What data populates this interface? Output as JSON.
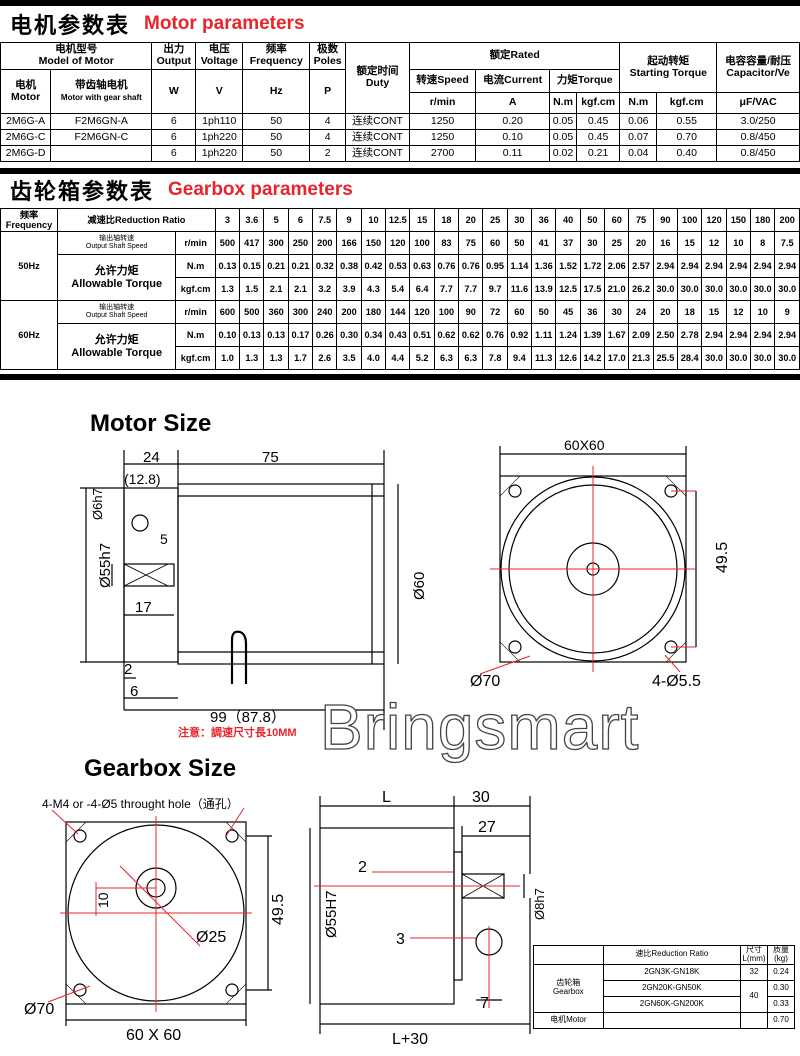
{
  "motor": {
    "title_cn": "电机参数表",
    "title_en": "Motor  parameters",
    "headers": {
      "model_cn": "电机型号",
      "model_en": "Model of Motor",
      "output_cn": "出力",
      "output_en": "Output",
      "voltage_cn": "电压",
      "voltage_en": "Voltage",
      "freq_cn": "频率",
      "freq_en": "Frequency",
      "poles_cn": "极数",
      "poles_en": "Poles",
      "rated": "额定Rated",
      "duty_cn": "额定时间",
      "duty_en": "Duty",
      "speed": "转速Speed",
      "current": "电流Current",
      "torque": "力矩Torque",
      "starting_cn": "起动转矩",
      "starting_en": "Starting Torque",
      "cap_cn": "电容容量/耐压",
      "cap_en": "Capacitor/Ve",
      "motor_cn": "电机",
      "motor_en": "Motor",
      "gear_cn": "带齿轴电机",
      "gear_en": "Motor with gear shaft",
      "u_w": "W",
      "u_v": "V",
      "u_hz": "Hz",
      "u_p": "P",
      "u_rmin": "r/min",
      "u_a": "A",
      "u_nm": "N.m",
      "u_kgf": "kgf.cm",
      "u_nm2": "N.m",
      "u_kgf2": "kgf.cm",
      "u_uf": "μF/VAC"
    },
    "rows": [
      [
        "2M6G-A",
        "F2M6GN-A",
        "6",
        "1ph110",
        "50",
        "4",
        "连续CONT",
        "1250",
        "0.20",
        "0.05",
        "0.45",
        "0.06",
        "0.55",
        "3.0/250"
      ],
      [
        "2M6G-C",
        "F2M6GN-C",
        "6",
        "1ph220",
        "50",
        "4",
        "连续CONT",
        "1250",
        "0.10",
        "0.05",
        "0.45",
        "0.07",
        "0.70",
        "0.8/450"
      ],
      [
        "2M6G-D",
        "",
        "6",
        "1ph220",
        "50",
        "2",
        "连续CONT",
        "2700",
        "0.11",
        "0.02",
        "0.21",
        "0.04",
        "0.40",
        "0.8/450"
      ]
    ]
  },
  "gearbox": {
    "title_cn": "齿轮箱参数表",
    "title_en": "Gearbox  parameters",
    "freq_label": "频率Frequency",
    "ratio_label": "减速比Reduction Ratio",
    "ratios": [
      "3",
      "3.6",
      "5",
      "6",
      "7.5",
      "9",
      "10",
      "12.5",
      "15",
      "18",
      "20",
      "25",
      "30",
      "36",
      "40",
      "50",
      "60",
      "75",
      "90",
      "100",
      "120",
      "150",
      "180",
      "200"
    ],
    "hz50": "50Hz",
    "hz60": "60Hz",
    "speed_cn": "输出轴转速",
    "speed_en": "Output Shaft Speed",
    "torque_cn": "允许力矩",
    "torque_en": "Allowable Torque",
    "u_rmin": "r/min",
    "u_nm": "N.m",
    "u_kgf": "kgf.cm",
    "r50_speed": [
      "500",
      "417",
      "300",
      "250",
      "200",
      "166",
      "150",
      "120",
      "100",
      "83",
      "75",
      "60",
      "50",
      "41",
      "37",
      "30",
      "25",
      "20",
      "16",
      "15",
      "12",
      "10",
      "8",
      "7.5"
    ],
    "r50_nm": [
      "0.13",
      "0.15",
      "0.21",
      "0.21",
      "0.32",
      "0.38",
      "0.42",
      "0.53",
      "0.63",
      "0.76",
      "0.76",
      "0.95",
      "1.14",
      "1.36",
      "1.52",
      "1.72",
      "2.06",
      "2.57",
      "2.94",
      "2.94",
      "2.94",
      "2.94",
      "2.94",
      "2.94"
    ],
    "r50_kgf": [
      "1.3",
      "1.5",
      "2.1",
      "2.1",
      "3.2",
      "3.9",
      "4.3",
      "5.4",
      "6.4",
      "7.7",
      "7.7",
      "9.7",
      "11.6",
      "13.9",
      "12.5",
      "17.5",
      "21.0",
      "26.2",
      "30.0",
      "30.0",
      "30.0",
      "30.0",
      "30.0",
      "30.0"
    ],
    "r60_speed": [
      "600",
      "500",
      "360",
      "300",
      "240",
      "200",
      "180",
      "144",
      "120",
      "100",
      "90",
      "72",
      "60",
      "50",
      "45",
      "36",
      "30",
      "24",
      "20",
      "18",
      "15",
      "12",
      "10",
      "9"
    ],
    "r60_nm": [
      "0.10",
      "0.13",
      "0.13",
      "0.17",
      "0.26",
      "0.30",
      "0.34",
      "0.43",
      "0.51",
      "0.62",
      "0.62",
      "0.76",
      "0.92",
      "1.11",
      "1.24",
      "1.39",
      "1.67",
      "2.09",
      "2.50",
      "2.78",
      "2.94",
      "2.94",
      "2.94",
      "2.94"
    ],
    "r60_kgf": [
      "1.0",
      "1.3",
      "1.3",
      "1.7",
      "2.6",
      "3.5",
      "4.0",
      "4.4",
      "5.2",
      "6.3",
      "6.3",
      "7.8",
      "9.4",
      "11.3",
      "12.6",
      "14.2",
      "17.0",
      "21.3",
      "25.5",
      "28.4",
      "30.0",
      "30.0",
      "30.0",
      "30.0"
    ]
  },
  "motor_size": {
    "title": "Motor Size",
    "d24": "24",
    "d128": "(12.8)",
    "d75": "75",
    "dphi6": "Ø6h7",
    "d5": "5",
    "dphi55": "Ø55h7",
    "d17": "17",
    "dphi60": "Ø60",
    "d2": "2",
    "d6": "6",
    "d99": "99（87.8）",
    "note": "注意：調速尺寸長10MM",
    "d60x60": "60X60",
    "d495": "49.5",
    "dphi70": "Ø70",
    "dholes": "4-Ø5.5"
  },
  "watermark": "Bringsmart",
  "gearbox_size": {
    "title": "Gearbox Size",
    "hole_note": "4-M4 or -4-Ø5 throught hole（通孔）",
    "d10": "10",
    "dphi25": "Ø25",
    "d495": "49.5",
    "dphi70": "Ø70",
    "d60x60": "60 X 60",
    "dL": "L",
    "d30": "30",
    "d27": "27",
    "d2": "2",
    "dphi8": "Ø8h7",
    "dphi55": "Ø55H7",
    "d3": "3",
    "d7": "7",
    "dL30": "L+30",
    "table": {
      "h_ratio": "速比Reduction Ratio",
      "h_size": "尺寸L(mm)",
      "h_mass": "质量(kg)",
      "gb_cn": "齿轮箱",
      "gb_en": "Gearbox",
      "r1": [
        "2GN3K-GN18K",
        "32",
        "0.24"
      ],
      "r2": [
        "2GN20K-GN50K",
        "40",
        "0.30"
      ],
      "r3": [
        "2GN60K-GN200K",
        "0.33"
      ],
      "motor_label": "电机Motor",
      "motor_mass": "0.70"
    }
  },
  "colors": {
    "accent": "#e8242c",
    "line": "#000000"
  }
}
